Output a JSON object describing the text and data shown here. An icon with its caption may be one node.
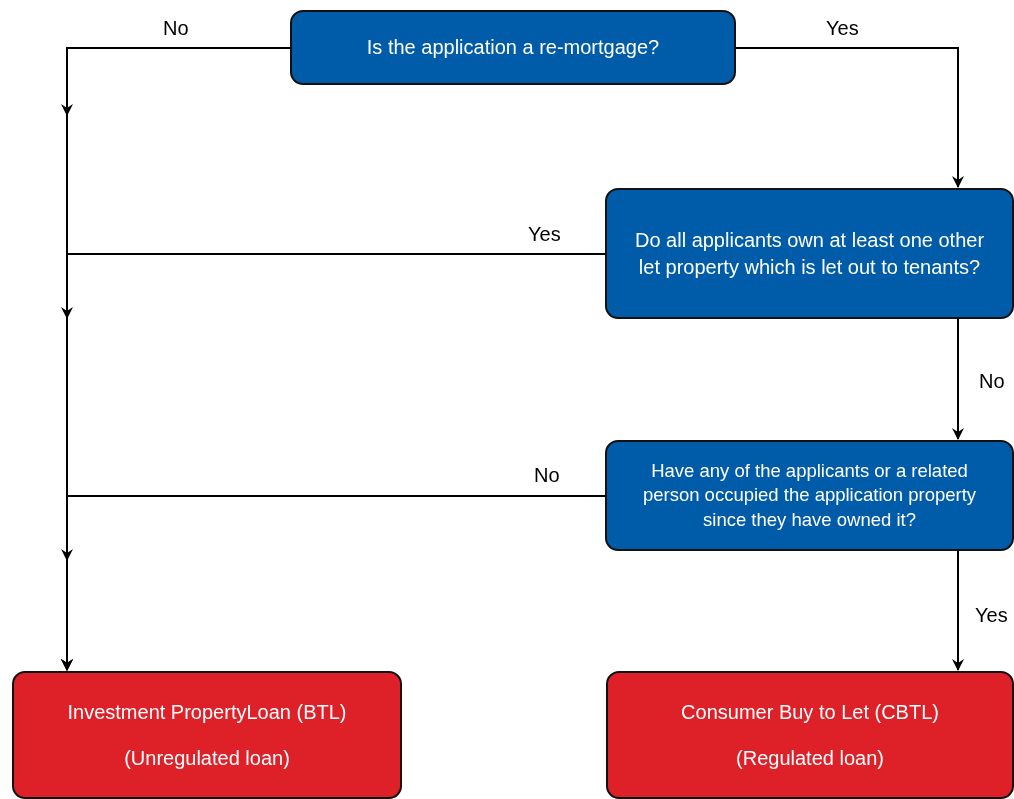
{
  "diagram": {
    "nodes": [
      {
        "text": [
          "Is the application a re-mortgage?"
        ]
      },
      {
        "text": [
          "Do all applicants own at least one other let property which is let out to tenants?"
        ]
      },
      {
        "text": [
          "Have any of the applicants or a related person occupied the application property since they have owned it?"
        ]
      },
      {
        "text": [
          "Investment PropertyLoan (BTL)",
          "(Unregulated loan)"
        ]
      },
      {
        "text": [
          "Consumer Buy to Let (CBTL)",
          "(Regulated loan)"
        ]
      }
    ],
    "edges": [
      {
        "from": 0,
        "to": 3,
        "arrow": "to",
        "label": "No"
      },
      {
        "from": 0,
        "to": 1,
        "arrow": "to",
        "label": "Yes"
      },
      {
        "from": 1,
        "to": 3,
        "arrow": "to",
        "label": "Yes"
      },
      {
        "from": 1,
        "to": 2,
        "arrow": "to",
        "label": "No"
      },
      {
        "from": 2,
        "to": 3,
        "arrow": "to",
        "label": "No"
      },
      {
        "from": 2,
        "to": 4,
        "arrow": "to",
        "label": "Yes"
      }
    ]
  }
}
